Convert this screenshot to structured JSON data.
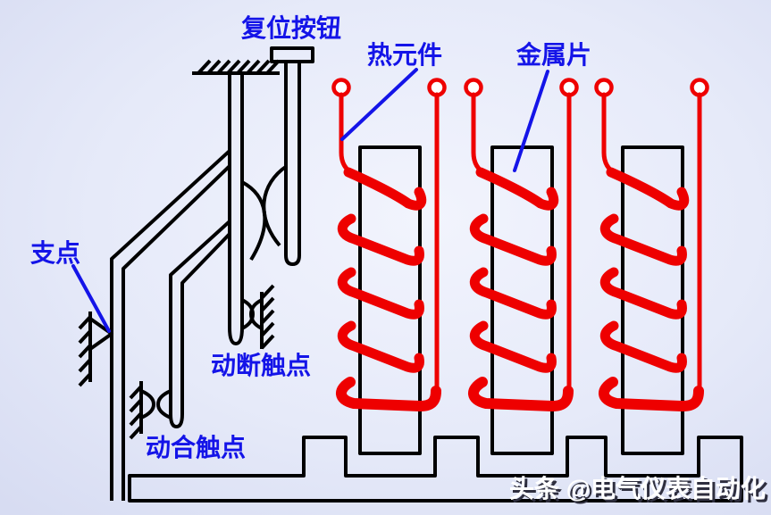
{
  "diagram": {
    "labels": {
      "reset_button": "复位按钮",
      "heating_element": "热元件",
      "metal_strip": "金属片",
      "fulcrum": "支点",
      "nc_contact": "动断触点",
      "no_contact": "动合触点"
    },
    "watermark": "头条 @电气仪表自动化",
    "heater_unit_count": 3,
    "colors": {
      "line": "#000000",
      "heater_red": "#ee0000",
      "label_blue": "#1414e8",
      "terminal_fill": "#ffffff",
      "watermark_text": "#ffffff",
      "watermark_shadow": "#2e2e3e",
      "background_center": "#f2f4fd",
      "background_edge": "#d7dcf2"
    }
  }
}
